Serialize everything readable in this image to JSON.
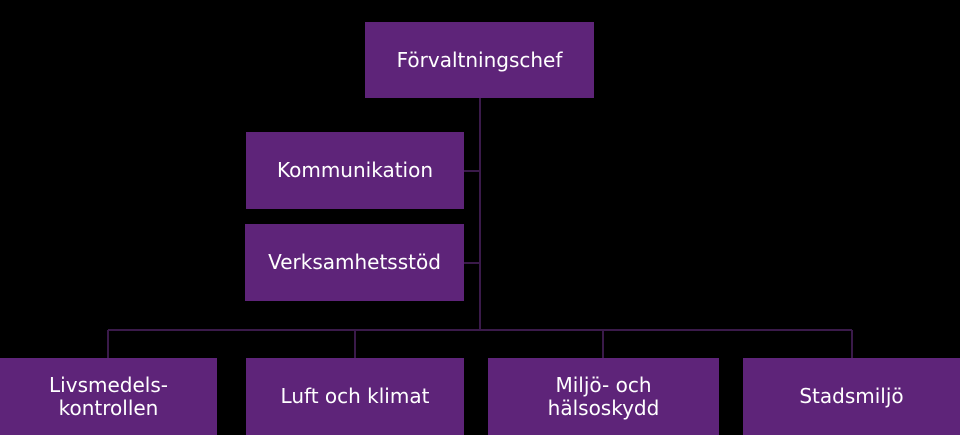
{
  "org_chart": {
    "colors": {
      "background": "#000000",
      "box_fill": "#5e2479",
      "box_text": "#ffffff",
      "connector": "#3a1a4a"
    },
    "head": {
      "label": "Förvaltningschef"
    },
    "staff": [
      {
        "label": "Kommunikation"
      },
      {
        "label": "Verksamhetsstöd"
      }
    ],
    "departments": [
      {
        "label": "Livsmedels-\nkontrollen"
      },
      {
        "label": "Luft och klimat"
      },
      {
        "label": "Miljö- och\nhälsoskydd"
      },
      {
        "label": "Stadsmiljö"
      }
    ]
  }
}
